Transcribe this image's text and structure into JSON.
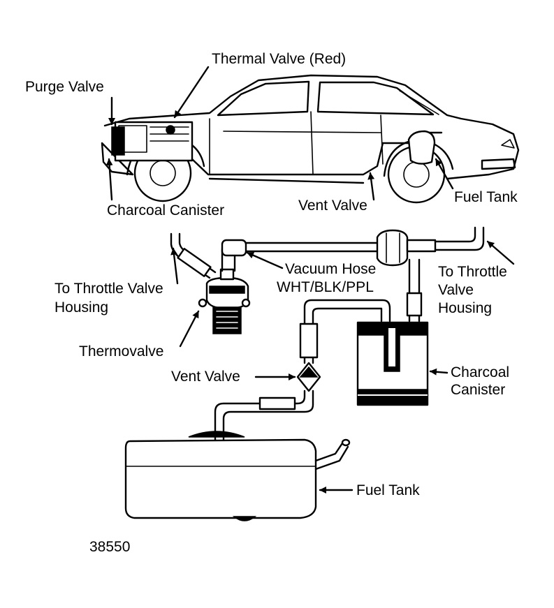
{
  "figure_id": "38550",
  "car_labels": {
    "thermal_valve": "Thermal Valve (Red)",
    "purge_valve": "Purge Valve",
    "charcoal_canister": "Charcoal Canister",
    "vent_valve": "Vent Valve",
    "fuel_tank": "Fuel Tank"
  },
  "schematic_labels": {
    "vacuum_hose_1": "Vacuum Hose",
    "vacuum_hose_2": "WHT/BLK/PPL",
    "throttle_left_1": "To Throttle Valve",
    "throttle_left_2": "Housing",
    "throttle_right_1": "To Throttle",
    "throttle_right_2": "Valve",
    "throttle_right_3": "Housing",
    "thermovalve": "Thermovalve",
    "vent_valve": "Vent Valve",
    "canister_1": "Charcoal",
    "canister_2": "Canister",
    "fuel_tank": "Fuel Tank"
  }
}
